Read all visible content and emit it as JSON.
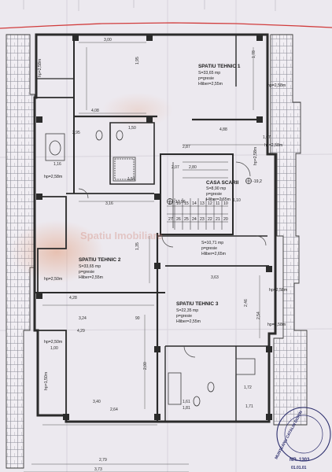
{
  "rooms": [
    {
      "name": "SPATIU TEHNIC 1",
      "area": "S=33,65 mp",
      "floor": "p=gresie",
      "height": "Hliber=2,55m"
    },
    {
      "name": "CASA SCARII",
      "area": "S=8,90 mp",
      "floor": "p=gresie",
      "height": "Hliber=2,65m"
    },
    {
      "name": "SPATIU TEHNIC 2",
      "area": "S=33,65 mp",
      "floor": "p=gresie",
      "height": "Hliber=2,55m"
    },
    {
      "name": "SPATIU TEHNIC 3",
      "area": "S=22,35 mp",
      "floor": "p=gresie",
      "height": "Hliber=2,55m"
    }
  ],
  "hallway": {
    "area": "S=10,71 mp",
    "floor": "p=gresie",
    "height": "Hliber=2,65m"
  },
  "levels": [
    "-17,96",
    "-19,2"
  ],
  "heights": [
    "hp=2,58m",
    "hp=2,58m",
    "hp=2,58m",
    "hp=2,58m",
    "hp=2,58m",
    "hp=2,50m",
    "hp=2,58m",
    "hp=2,50m",
    "hp=2,58m",
    "hp=1,50m"
  ],
  "dimensions": [
    "3,00",
    "1,95",
    "4,08",
    "1,50",
    "2,95",
    "4,88",
    "2,87",
    "1,51",
    "3,16",
    "2,07",
    "2,80",
    "4,28",
    "3,24",
    "4,29",
    "3,40",
    "2,64",
    "2,79",
    "3,73",
    "1,61",
    "1,71",
    "2,54",
    "3,63",
    "1,10",
    "1,78",
    "90",
    "1,81",
    "1,16",
    "1,35",
    "1,00",
    "2,46",
    "1,07",
    "1,72",
    "2,00"
  ],
  "stair_steps": [
    "17",
    "16",
    "15",
    "14",
    "13",
    "12",
    "11",
    "10",
    "27",
    "26",
    "25",
    "24",
    "23",
    "22",
    "21",
    "20"
  ],
  "watermark": "Spatiu Imobiliare",
  "stamp": {
    "line1": "MUNTEANU CATALIN DORIN",
    "line2": "NR. 1303",
    "line3": "01.01.01"
  },
  "colors": {
    "paper": "#ece9ef",
    "wall": "#2b2b2b",
    "hatch": "#7b7b86",
    "blueprint_red": "#d13c3c",
    "stamp": "#2d2f6e",
    "tint": "#e7a98a"
  }
}
